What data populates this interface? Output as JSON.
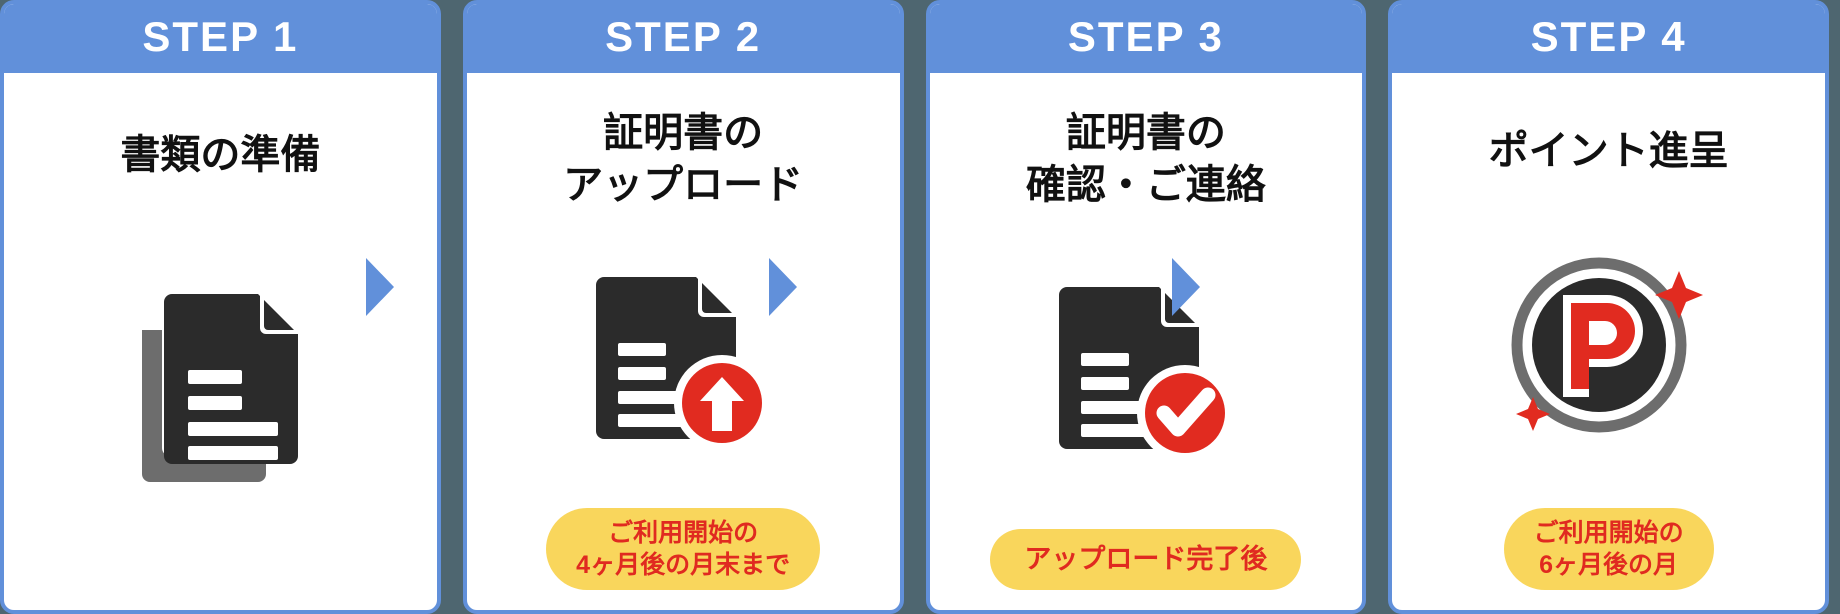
{
  "background_color": "#4e6670",
  "accent_blue": "#6190da",
  "badge_bg": "#f9d65c",
  "badge_text_color": "#e02a20",
  "icon_dark": "#2b2b2b",
  "icon_gray": "#6d6d6d",
  "icon_red": "#e12b20",
  "steps": [
    {
      "header": "STEP 1",
      "title": "書類の準備",
      "icon": "documents-stack-icon",
      "badge": null
    },
    {
      "header": "STEP 2",
      "title": "証明書の\nアップロード",
      "icon": "document-upload-icon",
      "badge": "ご利用開始の\n4ヶ月後の月末まで"
    },
    {
      "header": "STEP 3",
      "title": "証明書の\n確認・ご連絡",
      "icon": "document-check-icon",
      "badge": "アップロード完了後"
    },
    {
      "header": "STEP 4",
      "title": "ポイント進呈",
      "icon": "point-coin-icon",
      "badge": "ご利用開始の\n6ヶ月後の月"
    }
  ],
  "connectors": [
    {
      "name": "chevron-right-icon"
    },
    {
      "name": "chevron-right-icon"
    },
    {
      "name": "chevron-right-icon"
    }
  ]
}
